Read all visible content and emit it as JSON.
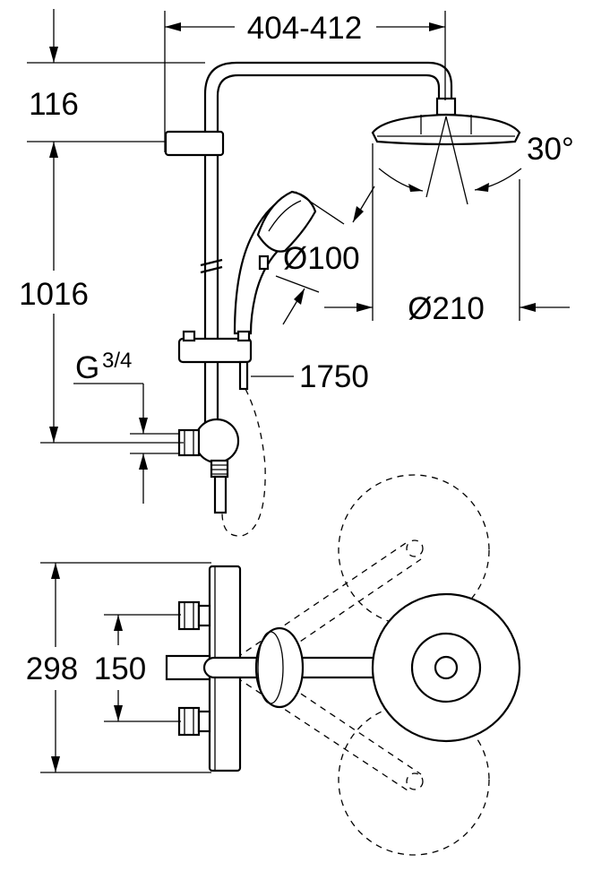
{
  "dimensions": {
    "arm_projection": "404-412",
    "top_offset": "116",
    "rail_height": "1016",
    "spray_angle": "30°",
    "hand_shower_diameter": "Ø100",
    "head_shower_diameter": "Ø210",
    "hose_length": "1750",
    "connection_thread": "G",
    "connection_thread_fraction": "3/4",
    "thermostat_height": "298",
    "inlet_spacing": "150"
  }
}
